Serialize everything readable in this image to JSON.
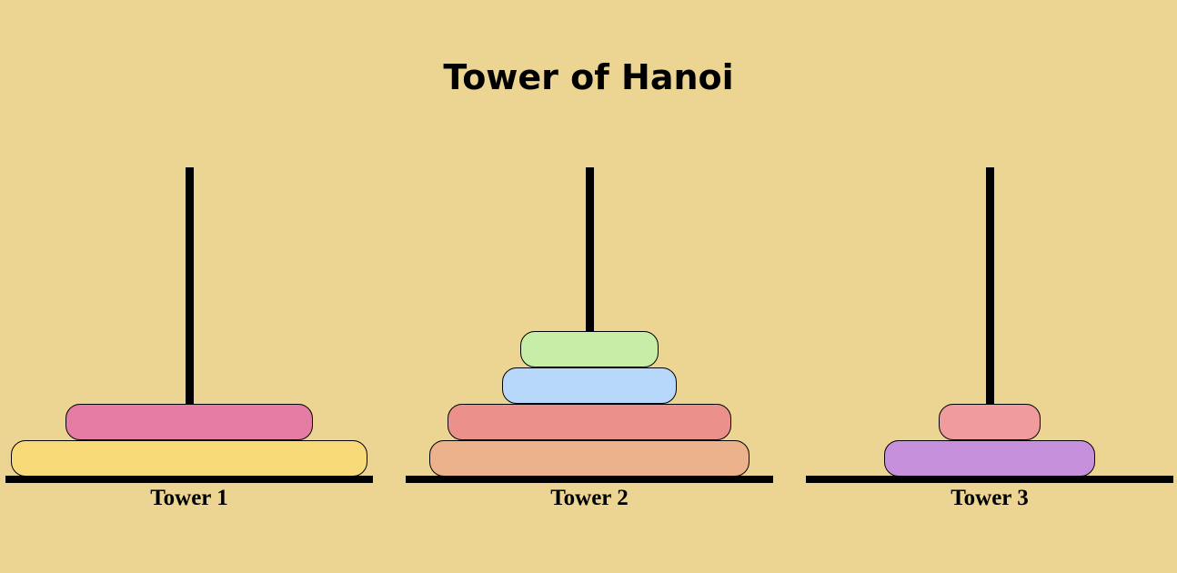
{
  "page": {
    "title": "Tower of Hanoi",
    "background_color": "#ecd493"
  },
  "towers": [
    {
      "label": "Tower 1",
      "disks_bottom_to_top": [
        {
          "size": 9,
          "color": "#f8da78"
        },
        {
          "size": 6,
          "color": "#e47ca4"
        }
      ]
    },
    {
      "label": "Tower 2",
      "disks_bottom_to_top": [
        {
          "size": 8,
          "color": "#ecb28c"
        },
        {
          "size": 7,
          "color": "#ec908c"
        },
        {
          "size": 4,
          "color": "#b7d7fb"
        },
        {
          "size": 3,
          "color": "#c6eea6"
        }
      ]
    },
    {
      "label": "Tower 3",
      "disks_bottom_to_top": [
        {
          "size": 5,
          "color": "#c690dc"
        },
        {
          "size": 2,
          "color": "#f09b9c"
        }
      ]
    }
  ]
}
